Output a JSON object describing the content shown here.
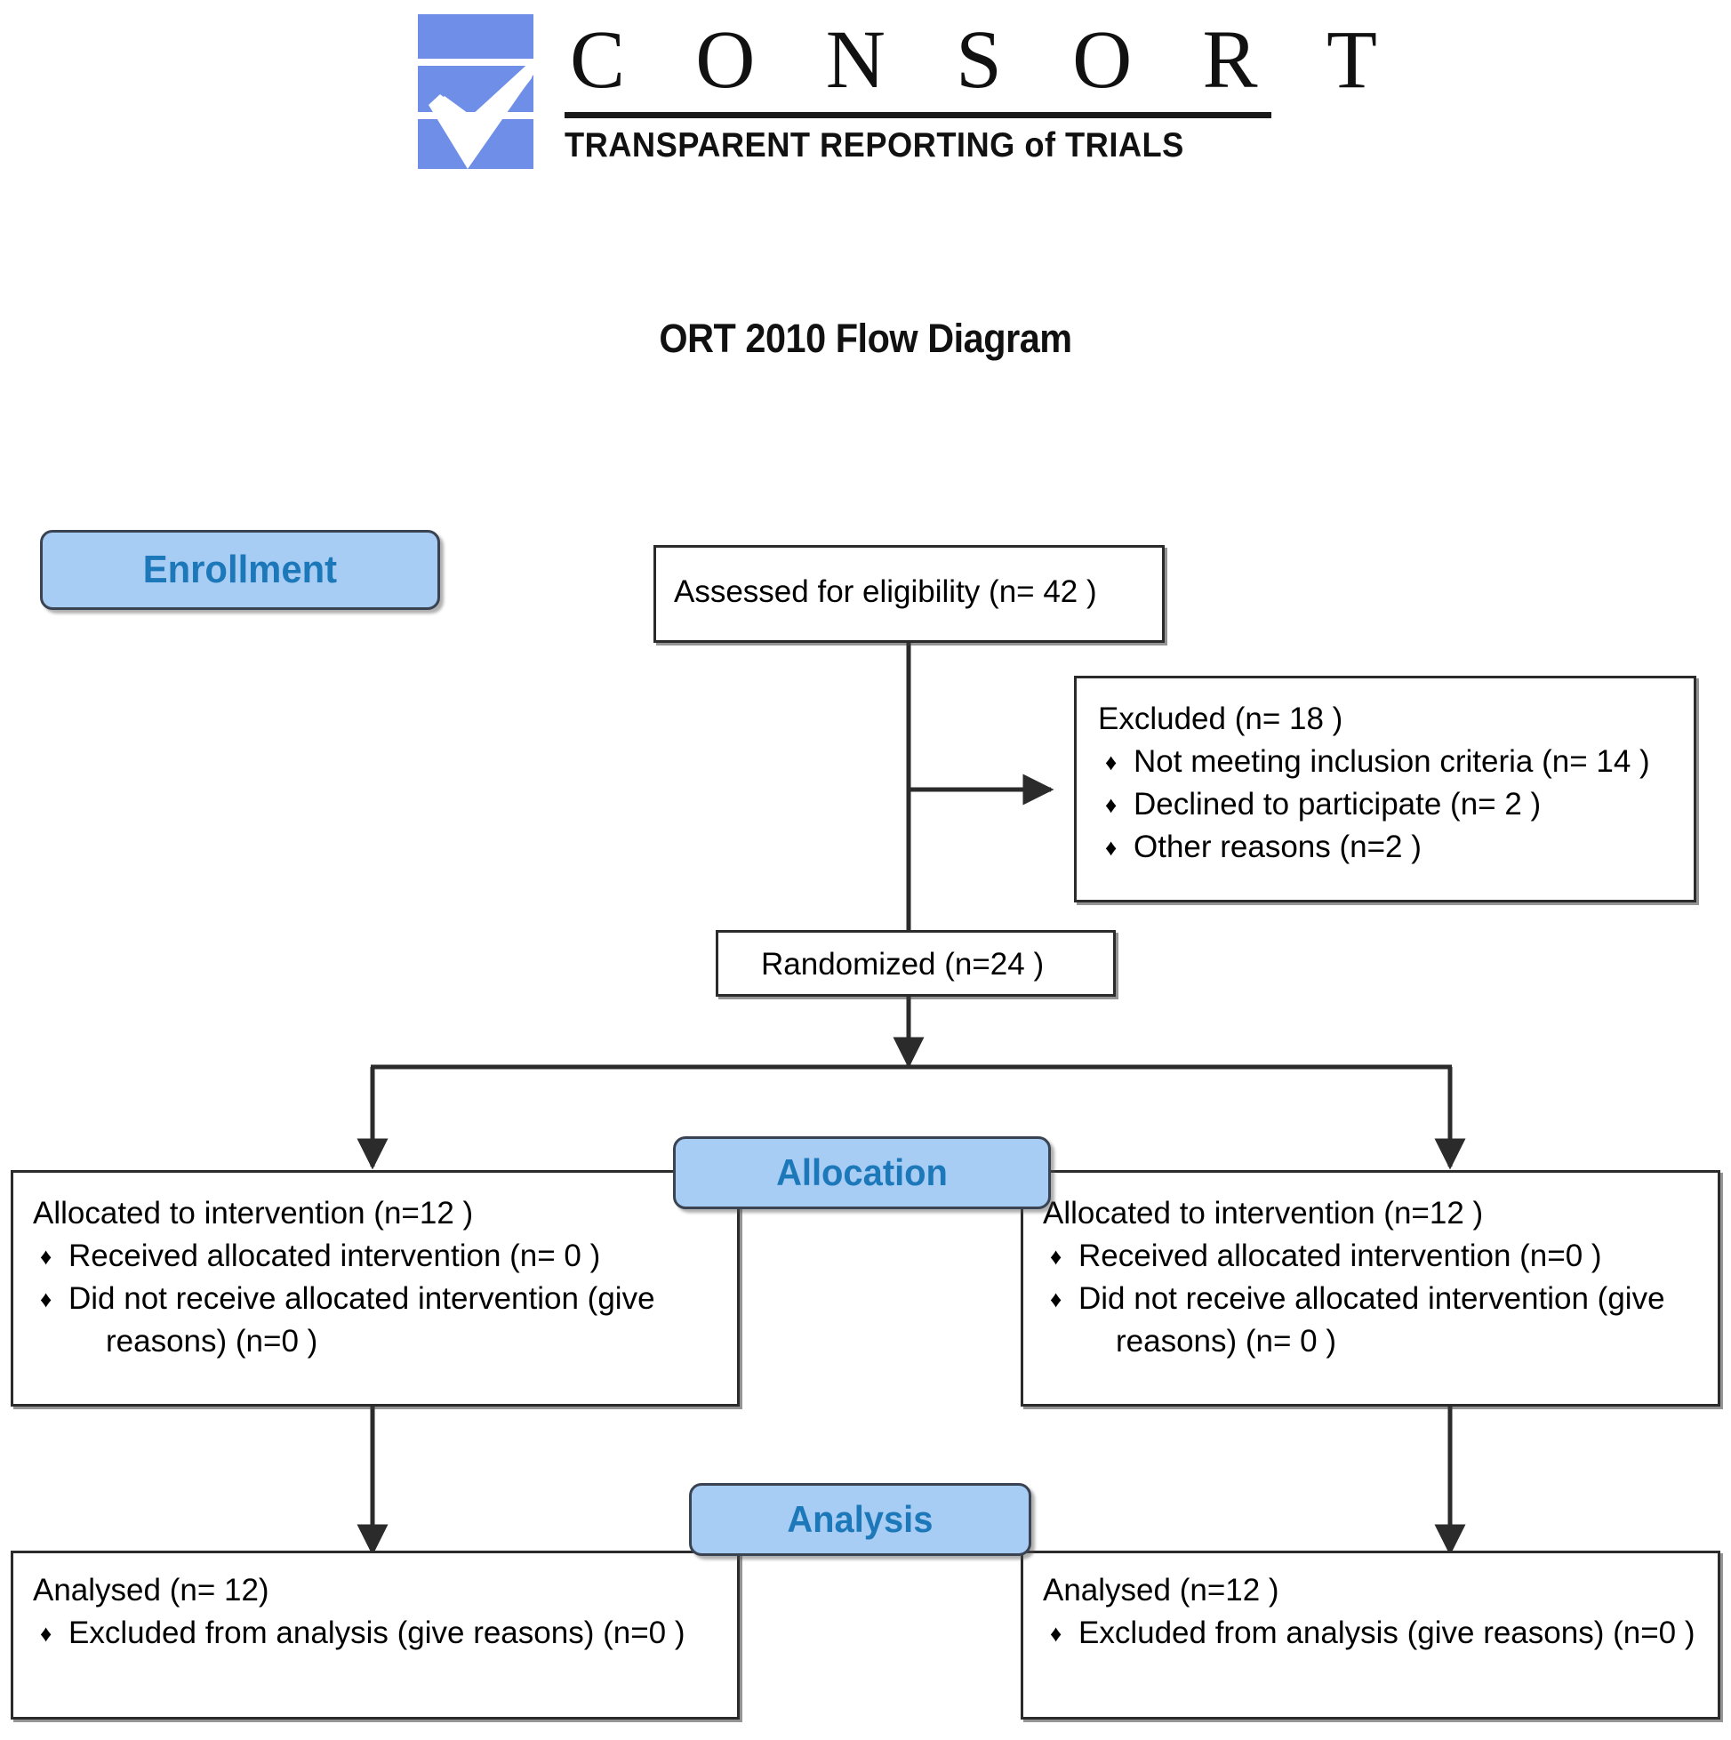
{
  "logo": {
    "wordmark": "C O N S O R T",
    "tagline": "TRANSPARENT REPORTING of TRIALS",
    "mark_color": "#6e8ee8"
  },
  "title": "ORT 2010 Flow Diagram",
  "colors": {
    "badge_fill": "#a8cdf5",
    "badge_border": "#3a4352",
    "badge_text": "#1c78b8",
    "box_border": "#2b2b2b",
    "logo_blue": "#6e8ee8"
  },
  "stages": {
    "enrollment": "Enrollment",
    "allocation": "Allocation",
    "analysis": "Analysis"
  },
  "nodes": {
    "assessed": {
      "text": "Assessed for eligibility (n= 42 )"
    },
    "excluded": {
      "heading": "Excluded  (n=  18 )",
      "items": [
        "Not meeting inclusion criteria (n= 14 )",
        "Declined to participate (n= 2 )",
        "Other reasons (n=2  )"
      ]
    },
    "randomized": {
      "text": "Randomized (n=24  )"
    },
    "allocated_left": {
      "heading": "Allocated to intervention (n=12  )",
      "items": [
        "Received allocated intervention (n= 0 )",
        "Did not receive allocated intervention (give"
      ],
      "item2_wrap": "reasons) (n=0  )"
    },
    "allocated_right": {
      "heading": "Allocated to intervention (n=12  )",
      "items": [
        "Received allocated intervention (n=0  )",
        "Did not receive allocated intervention (give"
      ],
      "item2_wrap": "reasons) (n= 0 )"
    },
    "analysed_left": {
      "heading": "Analysed  (n=  12)",
      "items": [
        "Excluded from analysis (give reasons) (n=0 )"
      ]
    },
    "analysed_right": {
      "heading": "Analysed  (n=12  )",
      "items": [
        "Excluded from analysis (give reasons) (n=0 )"
      ]
    }
  },
  "bullet_glyph": "♦"
}
